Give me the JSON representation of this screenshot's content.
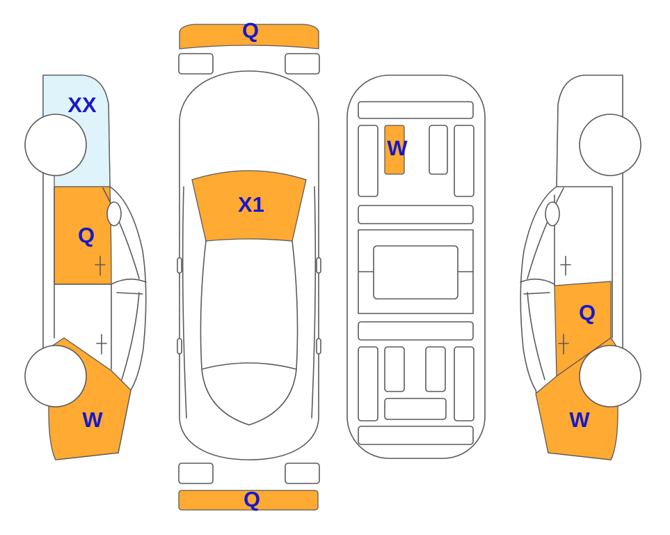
{
  "colors": {
    "damage": "#FFAA33",
    "damage_light": "#dff3fa",
    "label": "#1919c8",
    "outline": "#5a5a5a"
  },
  "labels": {
    "front_bumper": "Q",
    "rear_bumper": "Q",
    "roof_top": "X1",
    "underbody_panel": "W",
    "left_front_fender": "XX",
    "left_front_door": "Q",
    "left_rear_quarter": "W",
    "right_rear_door": "Q",
    "right_rear_quarter": "W"
  }
}
